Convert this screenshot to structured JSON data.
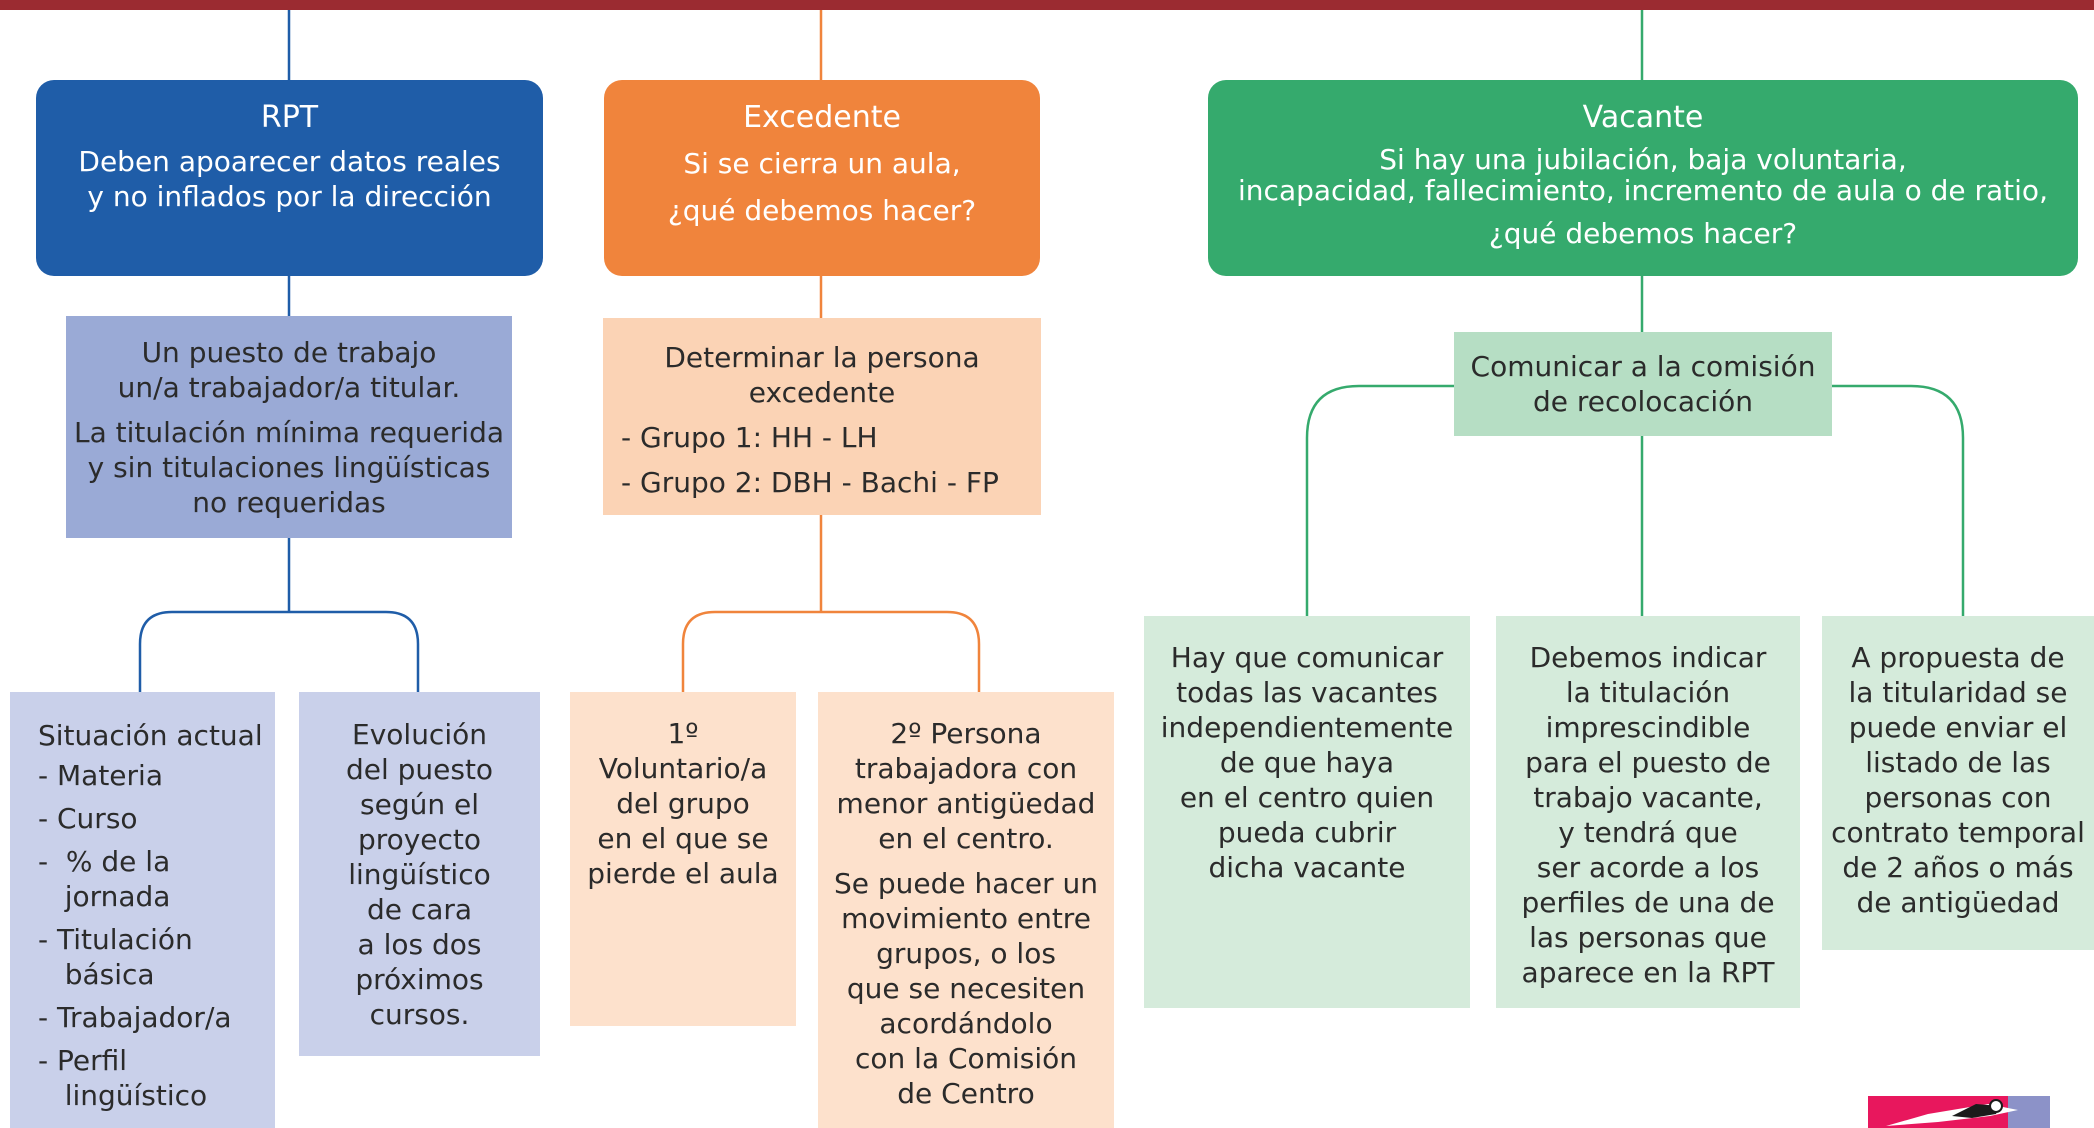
{
  "rpt": {
    "title": "RPT",
    "subtitle_1": "Deben apoarecer datos reales",
    "subtitle_2": "y no inflados  por la dirección",
    "detail_1": "Un puesto de trabajo",
    "detail_2": "un/a trabajador/a titular.",
    "detail_3": "La titulación mínima requerida",
    "detail_4": "y sin titulaciones lingüísticas",
    "detail_5": "no requeridas",
    "situacion": {
      "title": "Situación actual",
      "items": [
        "- Materia",
        "- Curso",
        "-  % de la",
        "   jornada",
        "- Titulación",
        "   básica",
        "- Trabajador/a",
        "- Perfil",
        "   lingüístico"
      ]
    },
    "evolucion": [
      "Evolución",
      "del puesto",
      "según el",
      "proyecto",
      "lingüístico",
      "de cara",
      "a los dos",
      "próximos",
      "cursos."
    ]
  },
  "excedente": {
    "title": "Excedente",
    "subtitle_1": "Si se cierra un aula,",
    "subtitle_2": "¿qué debemos hacer?",
    "detail_1": "Determinar la persona",
    "detail_2": "excedente",
    "group_1": "- Grupo 1: HH - LH",
    "group_2": "- Grupo 2: DBH - Bachi - FP",
    "option_1": [
      "1º",
      "Voluntario/a",
      "del grupo",
      "en el que se",
      "pierde el aula"
    ],
    "option_2_a": [
      "2º Persona",
      "trabajadora con",
      "menor antigüedad",
      "en el centro."
    ],
    "option_2_b": [
      "Se puede hacer un",
      "movimiento entre",
      "grupos,  o los",
      "que se necesiten",
      "acordándolo",
      "con la Comisión",
      "de Centro"
    ]
  },
  "vacante": {
    "title": "Vacante",
    "subtitle_1": "Si hay una jubilación, baja voluntaria,",
    "subtitle_2": "incapacidad, fallecimiento, incremento  de aula o de ratio,",
    "subtitle_3": "¿qué debemos hacer?",
    "comunicar_1": "Comunicar a la comisión",
    "comunicar_2": "de recolocación",
    "left": [
      "Hay que comunicar",
      "todas las vacantes",
      "independientemente",
      "de que haya",
      "en el centro quien",
      "pueda cubrir",
      "dicha vacante"
    ],
    "middle": [
      "Debemos indicar",
      "la titulación",
      "imprescindible",
      "para el puesto de",
      "trabajo vacante,",
      "y tendrá que",
      "ser acorde a los",
      "perfiles de una de",
      "las personas que",
      "aparece en la RPT"
    ],
    "right": [
      "A propuesta de",
      "la titularidad se",
      "puede enviar el",
      "listado de las",
      "personas con",
      "contrato temporal",
      "de 2 años o más",
      "de antigüedad"
    ]
  },
  "colors": {
    "top_bar": "#9b2b31",
    "rpt_header": "#1f5da8",
    "rpt_detail": "#9aaad6",
    "rpt_leaf": "#c9d0ea",
    "exc_header": "#f0843c",
    "exc_light": "#fbd3b5",
    "exc_leaf": "#fde1cc",
    "vac_header": "#35aa6d",
    "vac_mid": "#b6dec4",
    "vac_leaf": "#d5ebdb"
  }
}
